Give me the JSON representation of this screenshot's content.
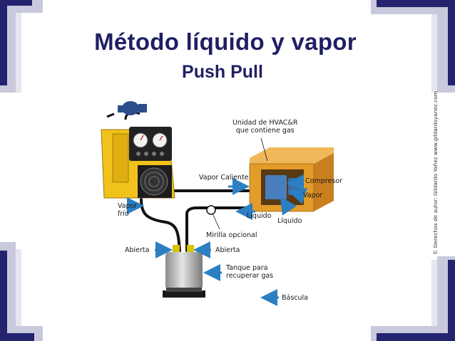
{
  "title": "Método líquido y vapor",
  "subtitle": "Push Pull",
  "credit": "© Derechos de autor: Gildardo Yañez  www.gildardoyanez.com",
  "labels": {
    "unit": "Unidad de HVAC&R\nque contiene gas",
    "hot_vapor": "Vapor Caliente",
    "compressor": "Compresor",
    "vapor": "Vapor",
    "cold_vapor": "Vapor\nfrío",
    "liquid_1": "Líquido",
    "liquid_2": "Líquido",
    "sight_glass": "Mirilla opcional",
    "open_left": "Abierta",
    "open_right": "Abierta",
    "tank": "Tanque para\nrecuperar gas",
    "scale": "Báscula"
  },
  "colors": {
    "title": "#1f1f63",
    "frame_dark": "#23236e",
    "frame_light": "#c9c9dd",
    "machine_yellow": "#f2c21c",
    "box_orange": "#e39b2a",
    "arrow_blue": "#2b7fc3"
  }
}
